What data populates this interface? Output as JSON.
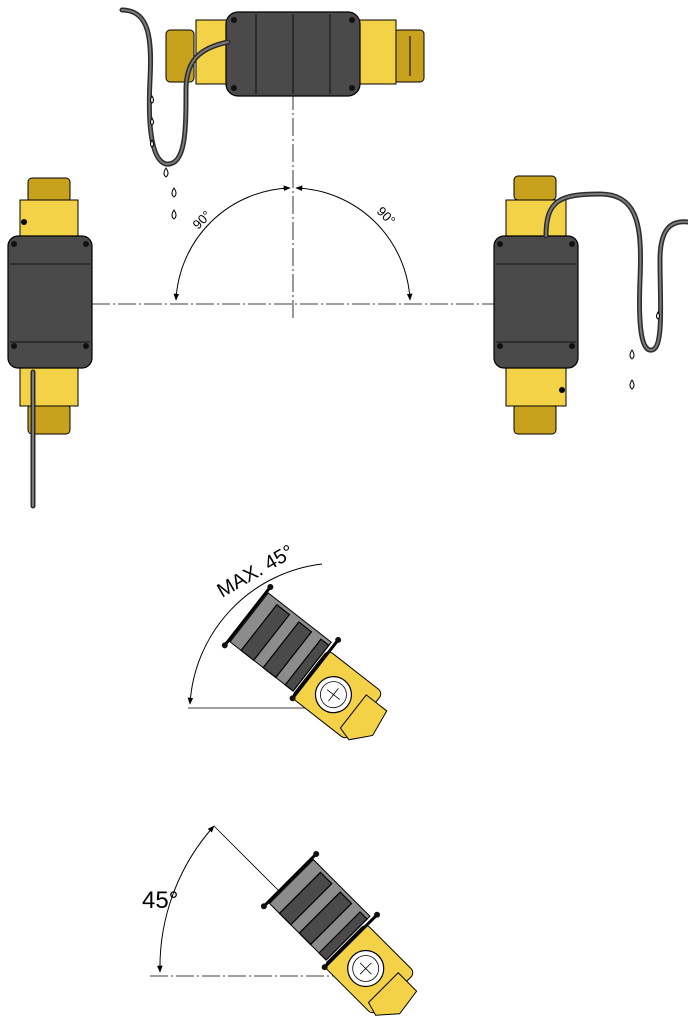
{
  "labels": {
    "top_left_angle": "90°",
    "top_right_angle": "90°",
    "middle_angle": "MAX. 45°",
    "bottom_angle": "45°"
  },
  "colors": {
    "housing": "#4a4a4a",
    "brass_body": "#f4d247",
    "fitting": "#c9a21d",
    "cable": "#2c2c2c",
    "line": "#000000"
  }
}
